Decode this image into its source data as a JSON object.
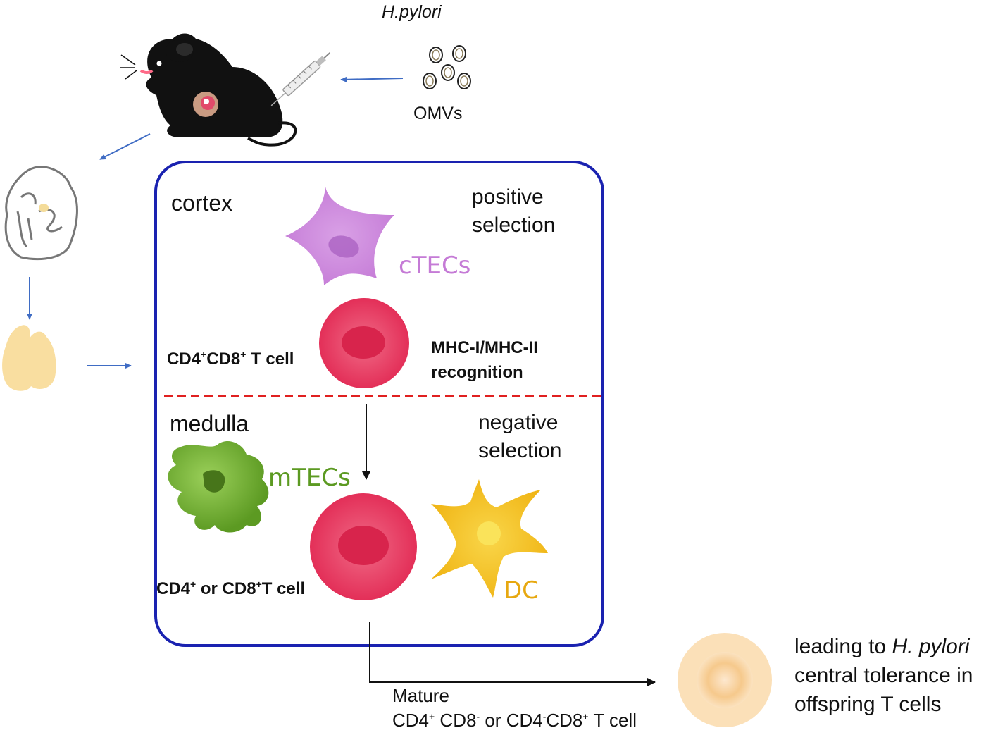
{
  "source": {
    "organism_label": "H.pylori",
    "vesicle_label": "OMVs"
  },
  "thymus": {
    "cortex": {
      "region_label": "cortex",
      "process_line1": "positive",
      "process_line2": "selection",
      "cell_label": "cTECs",
      "tcell_label_a": "CD4",
      "tcell_sup_a": "+",
      "tcell_label_b": "CD8",
      "tcell_sup_b": "+",
      "tcell_label_c": " T cell",
      "recognition_line1": "MHC-I/MHC-II",
      "recognition_line2": "recognition"
    },
    "medulla": {
      "region_label": "medulla",
      "process_line1": "negative",
      "process_line2": "selection",
      "mtec_label": "mTECs",
      "dc_label": "DC",
      "tcell_label_a": "CD4",
      "tcell_sup_a": "+",
      "tcell_label_b": " or CD8",
      "tcell_sup_b": "+",
      "tcell_label_c": "T cell"
    }
  },
  "outcome": {
    "mature_label": "Mature",
    "mature_a": "CD4",
    "mature_sup_a": "+",
    "mature_b": " CD8",
    "mature_sup_b": "-",
    "mature_c": " or CD4",
    "mature_sup_c": "-",
    "mature_d": "CD8",
    "mature_sup_d": "+",
    "mature_e": " T cell",
    "tolerance_line1_a": "leading to ",
    "tolerance_line1_b": "H. pylori",
    "tolerance_line2": "central tolerance in",
    "tolerance_line3": "offspring T cells"
  },
  "colors": {
    "box_border": "#1a22b0",
    "divider": "#e02020",
    "arrow_blue": "#3f6cc4",
    "ctec": "#c57bd6",
    "tcell": "#e8325a",
    "mtec": "#6aa42a",
    "dc": "#f2bf1e",
    "mature_cell": "#f7c989"
  }
}
